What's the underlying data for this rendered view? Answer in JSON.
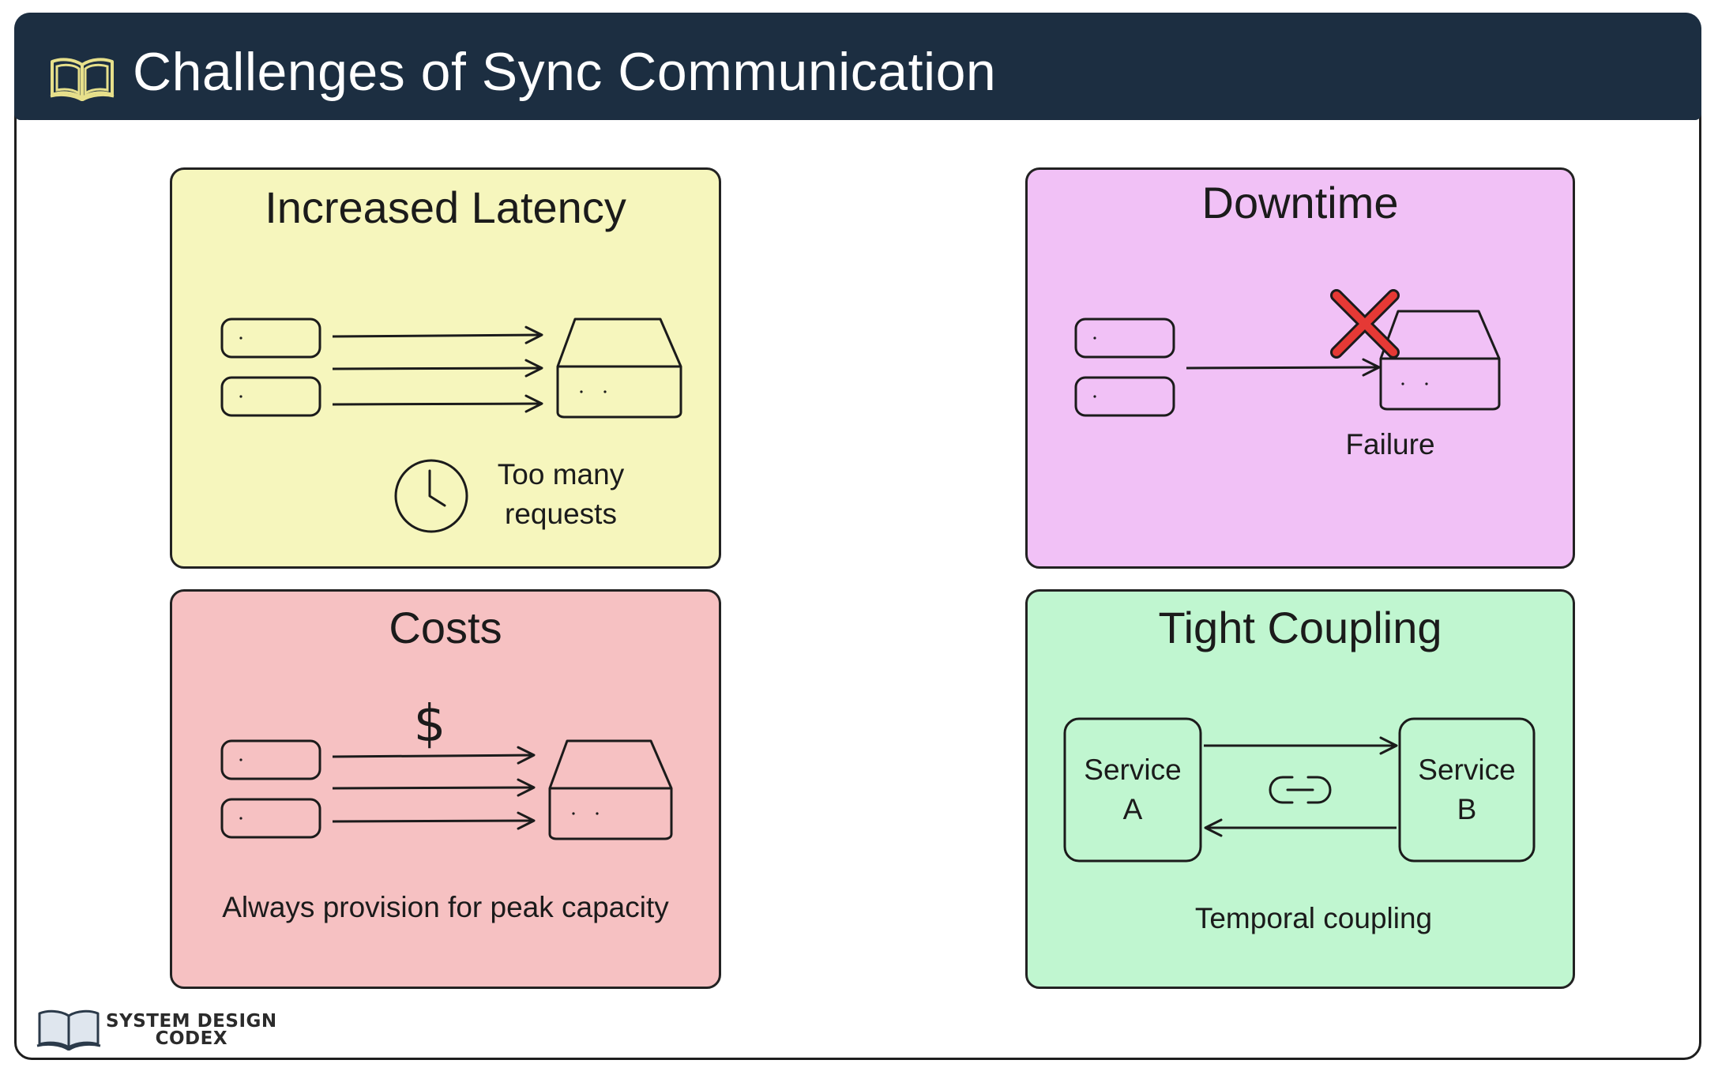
{
  "header": {
    "title": "Challenges of Sync Communication",
    "icon": "open-book-icon",
    "background_color": "#1c2e41",
    "icon_color": "#e7e08b"
  },
  "panels": {
    "latency": {
      "title": "Increased Latency",
      "caption_line1": "Too many",
      "caption_line2": "requests",
      "icon": "clock-icon",
      "background_color": "#f6f6bd"
    },
    "downtime": {
      "title": "Downtime",
      "caption": "Failure",
      "icon": "red-x-icon",
      "background_color": "#f1c1f6"
    },
    "costs": {
      "title": "Costs",
      "symbol": "$",
      "caption": "Always provision for peak capacity",
      "background_color": "#f6c1c2"
    },
    "coupling": {
      "title": "Tight Coupling",
      "service_a": "Service\nA",
      "service_b": "Service\nB",
      "caption": "Temporal coupling",
      "icon": "link-icon",
      "background_color": "#c0f6d0"
    }
  },
  "brand": {
    "line1": "SYSTEM DESIGN",
    "line2": "CODEX",
    "icon": "open-book-icon"
  }
}
